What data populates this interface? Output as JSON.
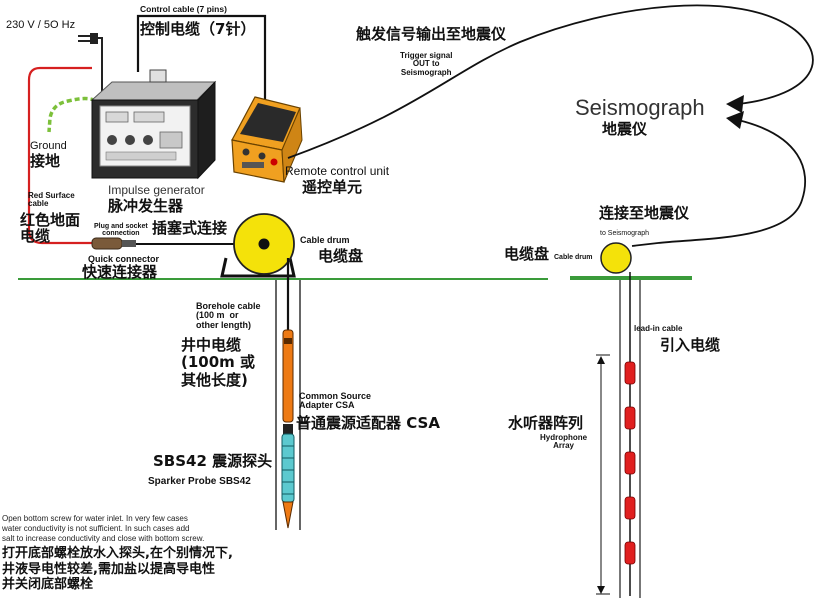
{
  "power": {
    "label": "230 V / 5O Hz"
  },
  "control_cable": {
    "en": "Control cable (7 pins)",
    "zh": "控制电缆（7针）"
  },
  "trigger": {
    "zh": "触发信号输出至地震仪",
    "en": "Trigger signal\nOUT to\nSeismograph"
  },
  "seismograph": {
    "en": "Seismograph",
    "zh": "地震仪"
  },
  "ground": {
    "en": "Ground",
    "zh": "接地"
  },
  "impulse_generator": {
    "en": "Impulse generator",
    "zh": "脉冲发生器"
  },
  "remote_unit": {
    "en": "Remote control unit",
    "zh": "遥控单元"
  },
  "red_cable": {
    "en": "Red Surface\ncable",
    "zh": "红色地面\n电缆"
  },
  "plug": {
    "en": "Plug and socket\nconnection",
    "zh": "插塞式连接"
  },
  "quick_connector": {
    "en": "Quick connector",
    "zh": "快速连接器"
  },
  "cable_drum_left": {
    "en": "Cable drum",
    "zh": "电缆盘"
  },
  "borehole_cable": {
    "en": "Borehole cable\n(100 m  or\nother length)",
    "zh": "井中电缆\n(100m 或\n其他长度)"
  },
  "csa": {
    "en": "Common Source\nAdapter CSA",
    "zh": "普通震源适配器 CSA"
  },
  "probe": {
    "zh": "SBS42 震源探头",
    "en": "Sparker Probe SBS42"
  },
  "note": {
    "en": "Open bottom screw for water inlet. In very few cases\nwater conductivity is not sufficient. In such cases add\nsalt to increase conductivity and close with bottom screw.",
    "zh": "打开底部螺栓放水入探头,在个别情况下,\n井液导电性较差,需加盐以提高导电性\n并关闭底部螺栓"
  },
  "connect_right": {
    "zh": "连接至地震仪",
    "en": "to Seismograph"
  },
  "cable_drum_right": {
    "zh": "电缆盘",
    "en": "Cable drum"
  },
  "lead_in": {
    "en": "lead-in cable",
    "zh": "引入电缆"
  },
  "hydrophone": {
    "zh": "水听器阵列",
    "en": "Hydrophone\nArray"
  },
  "colors": {
    "ground_line": "#3a9b3a",
    "red_cable": "#d62020",
    "drum_yellow": "#f4e20a",
    "remote_orange": "#f0a020",
    "probe_orange": "#ee7a14",
    "probe_cyan": "#5cc9cf",
    "hydrophone_red": "#e02020"
  }
}
